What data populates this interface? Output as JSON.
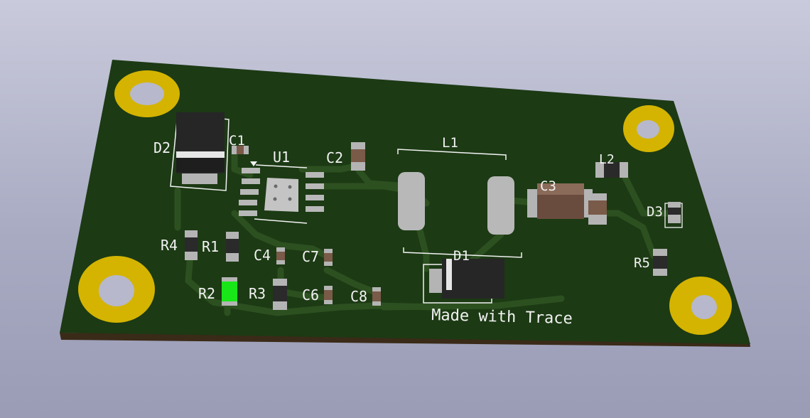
{
  "colors": {
    "background_top": "#c9cadb",
    "background_bottom": "#9a9cb6",
    "board_surface": "#1c3a14",
    "board_edge": "#3a2a18",
    "copper_trace": "#2a4a1e",
    "silkscreen": "#f2f2f2",
    "mounting_pad": "#c8b000",
    "pad_metal": "#b8b8b8",
    "component_body": "#262626",
    "capacitor_body": "#7a5a48",
    "led_green": "#19e619"
  },
  "board": {
    "footer_text": "Made with Trace"
  },
  "reference_designators": {
    "d2": "D2",
    "c1": "C1",
    "u1": "U1",
    "c2": "C2",
    "l1": "L1",
    "c3": "C3",
    "l2": "L2",
    "d3": "D3",
    "r4": "R4",
    "r1": "R1",
    "c4": "C4",
    "c7": "C7",
    "r2": "R2",
    "r3": "R3",
    "c6": "C6",
    "c8": "C8",
    "d1": "D1",
    "r5": "R5"
  },
  "icons": {
    "mounting_hole": "mounting-hole-icon",
    "pin1_marker": "triangle-down-icon"
  }
}
